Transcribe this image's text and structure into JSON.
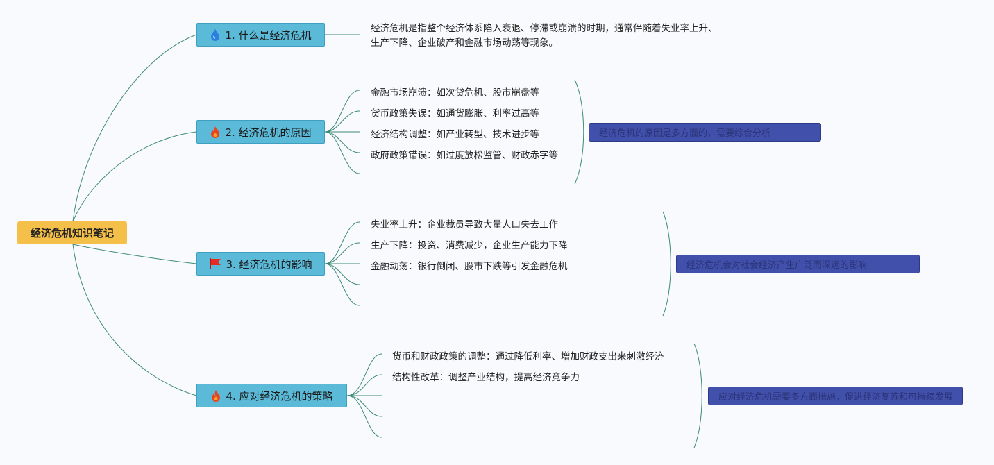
{
  "root": {
    "label": "经济危机知识笔记"
  },
  "topics": [
    {
      "label": "1. 什么是经济危机",
      "icon": "water-drop-icon",
      "description": "经济危机是指整个经济体系陷入衰退、停滞或崩溃的时期，通常伴随着失业率上升、生产下降、企业破产和金融市场动荡等现象。"
    },
    {
      "label": "2. 经济危机的原因",
      "icon": "fire-icon",
      "items": [
        "金融市场崩溃：如次贷危机、股市崩盘等",
        "货币政策失误：如通货膨胀、利率过高等",
        "经济结构调整：如产业转型、技术进步等",
        "政府政策错误：如过度放松监管、财政赤字等"
      ],
      "summary": "经济危机的原因是多方面的，需要综合分析"
    },
    {
      "label": "3. 经济危机的影响",
      "icon": "red-flag-icon",
      "items": [
        "失业率上升：企业裁员导致大量人口失去工作",
        "生产下降：投资、消费减少，企业生产能力下降",
        "金融动荡：银行倒闭、股市下跌等引发金融危机"
      ],
      "summary": "经济危机会对社会经济产生广泛而深远的影响"
    },
    {
      "label": "4. 应对经济危机的策略",
      "icon": "fire-icon",
      "items": [
        "货币和财政政策的调整：通过降低利率、增加财政支出来刺激经济",
        "结构性改革：调整产业结构，提高经济竞争力"
      ],
      "summary": "应对经济危机需要多方面措施，促进经济复苏和可持续发展"
    }
  ],
  "colors": {
    "root_fill": "#f4c04a",
    "topic_fill": "#5bbad8",
    "summary_fill": "#4150ab",
    "connector": "#3d8a73",
    "background": "#f8fafd"
  }
}
